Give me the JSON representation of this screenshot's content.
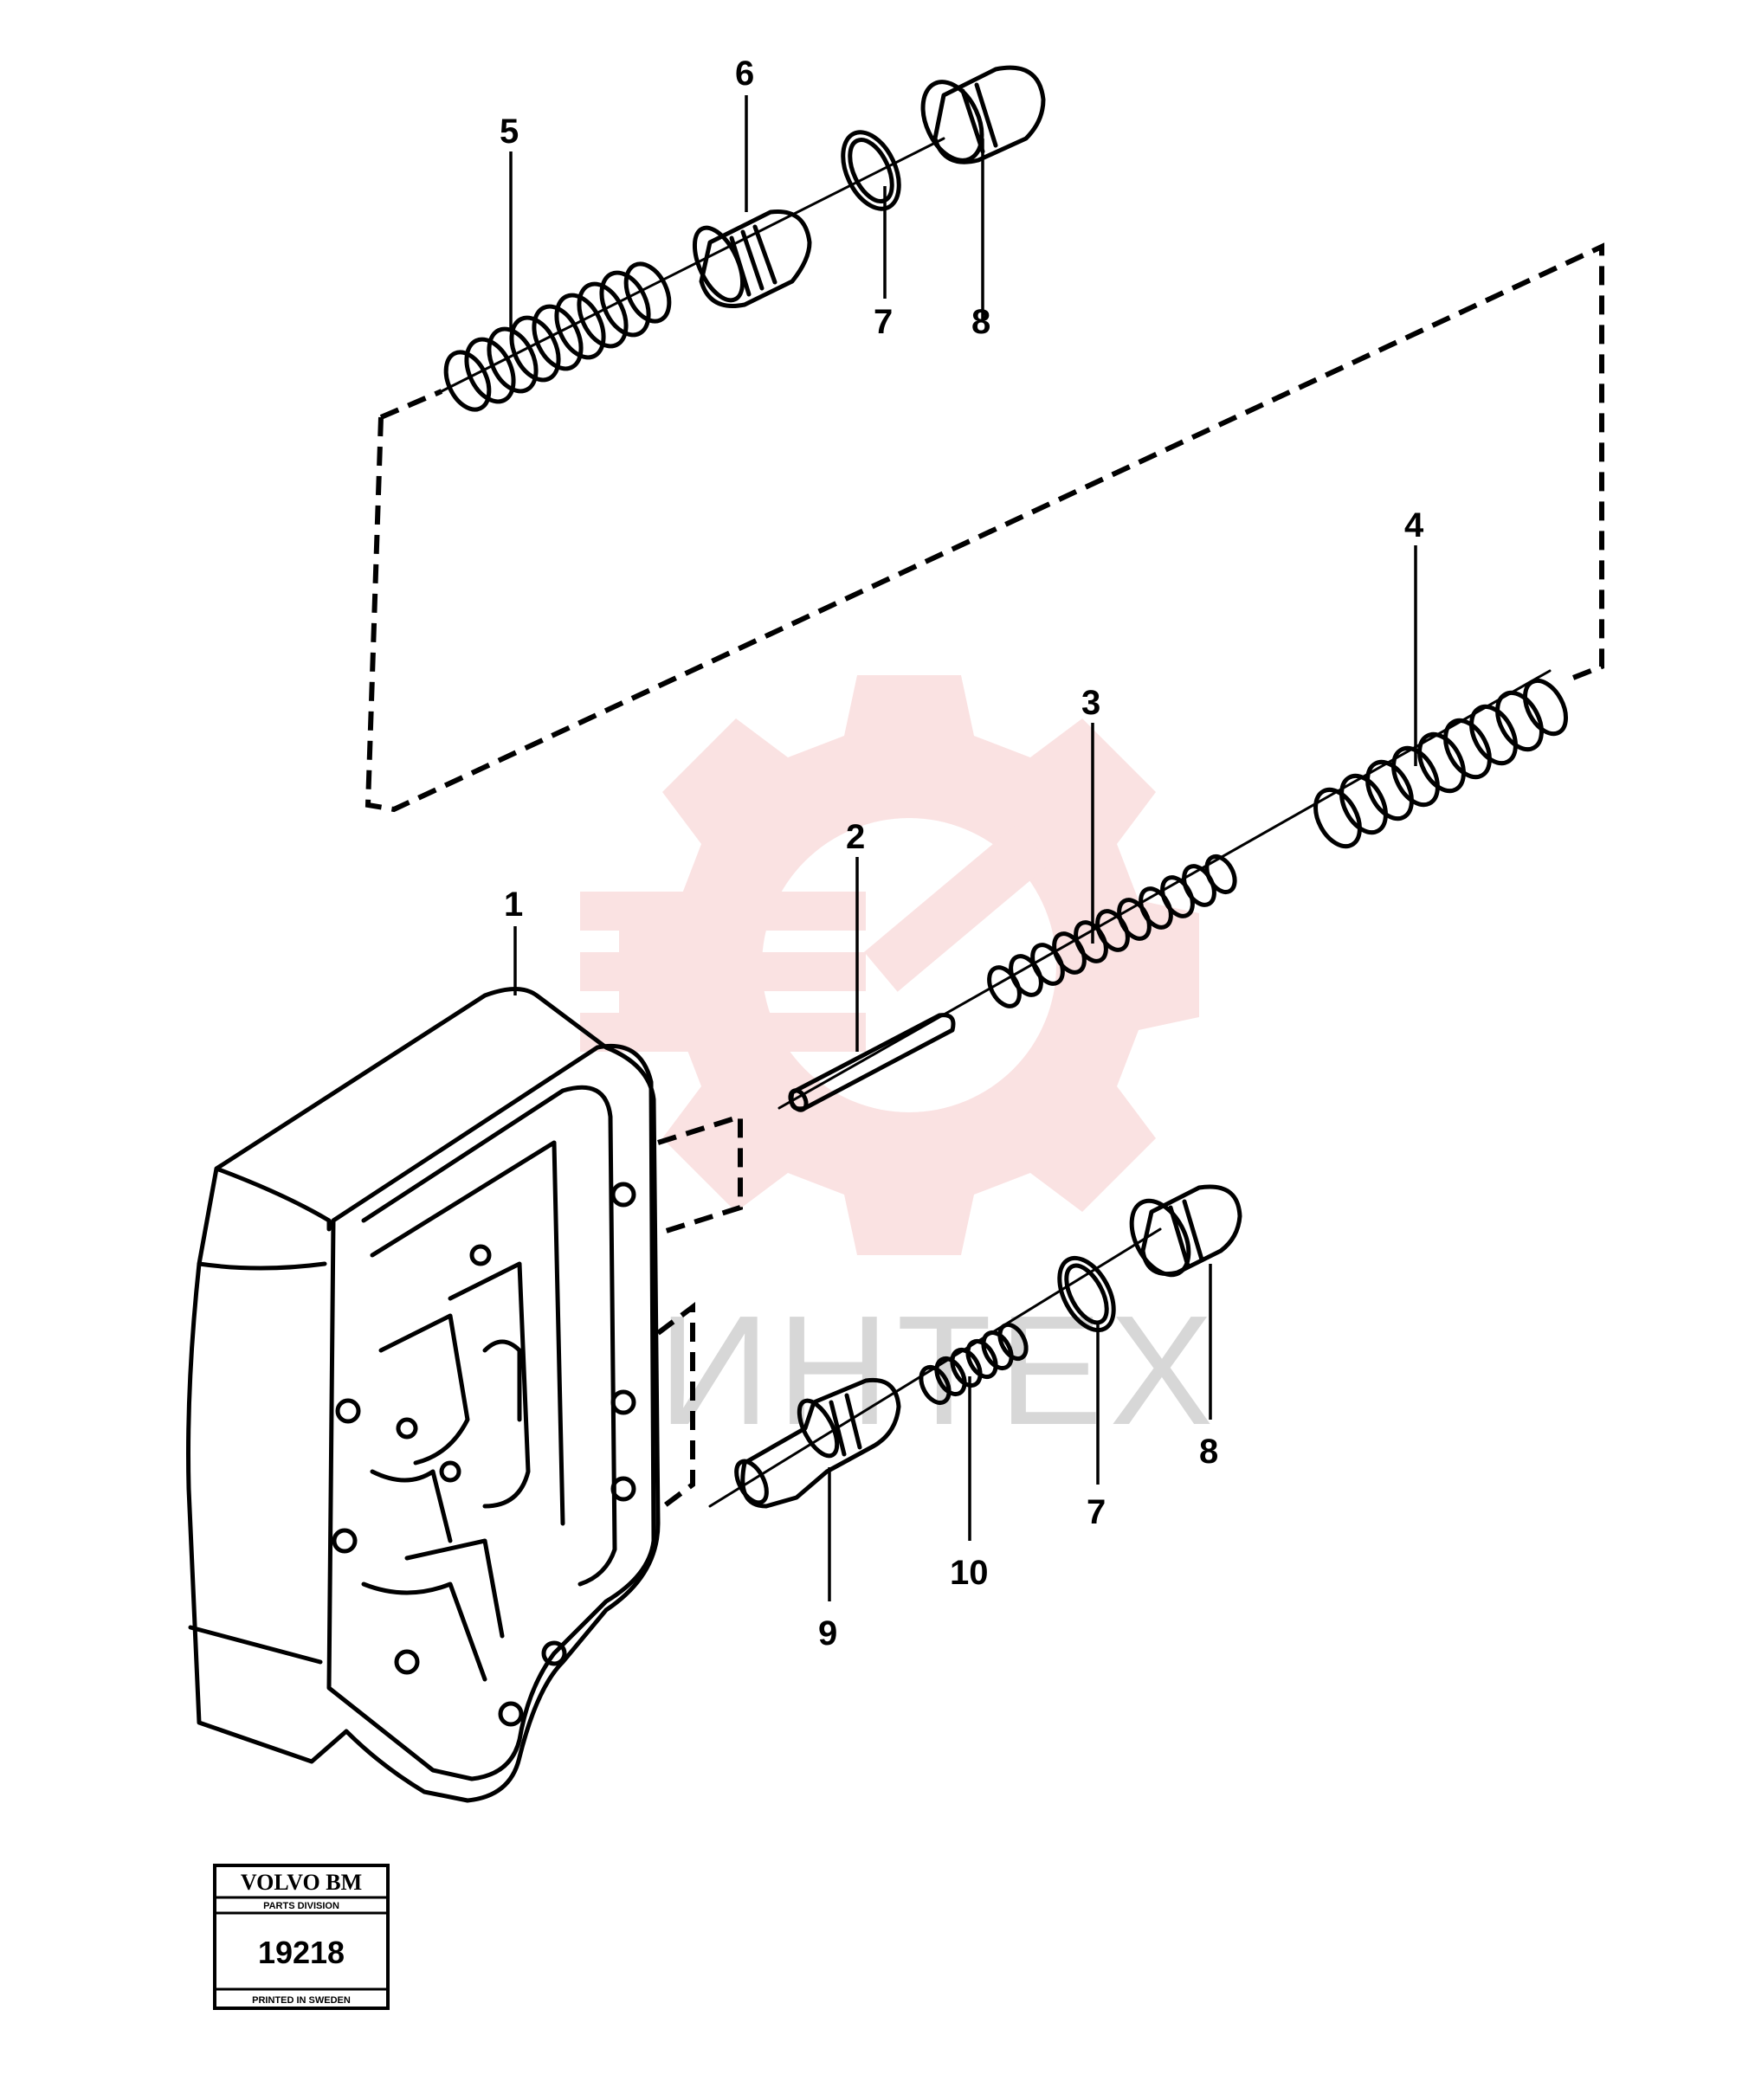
{
  "callouts": {
    "c1": "1",
    "c2": "2",
    "c3": "3",
    "c4": "4",
    "c5": "5",
    "c6": "6",
    "c7_top": "7",
    "c8_top": "8",
    "c7_bottom": "7",
    "c8_bottom": "8",
    "c9": "9",
    "c10": "10"
  },
  "watermark": {
    "text": "ИНТЕХ",
    "color": "#e0252a"
  },
  "stamp": {
    "brand": "VOLVO BM",
    "division": "PARTS DIVISION",
    "number": "19218",
    "printed": "PRINTED IN SWEDEN"
  }
}
